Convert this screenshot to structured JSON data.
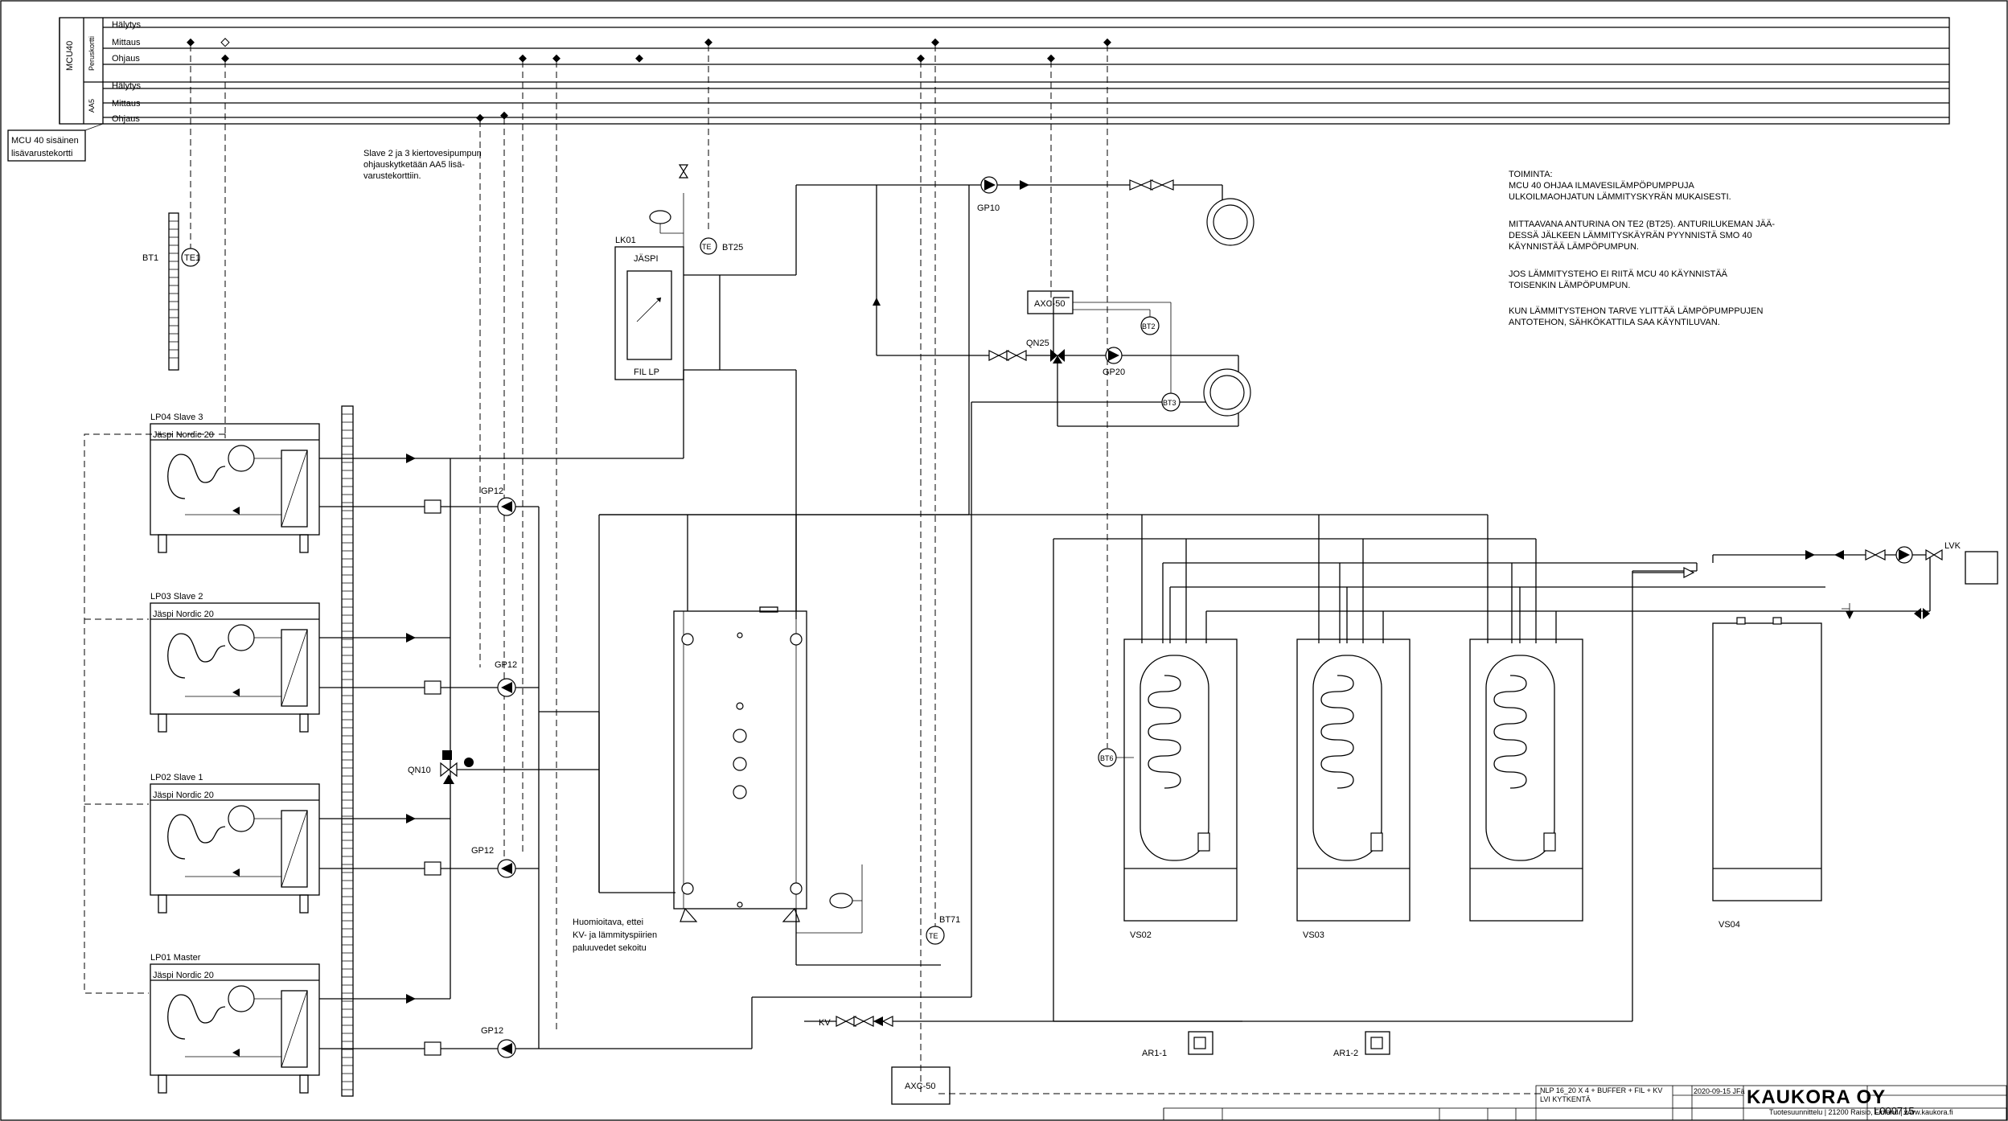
{
  "panel": {
    "mcu_label": "MCU40",
    "group1_label": "Peruskortti",
    "group2_label": "AA5",
    "rows": [
      "Hälytys",
      "Mittaus",
      "Ohjaus",
      "Hälytys",
      "Mittaus",
      "Ohjaus"
    ],
    "internal_card_line1": "MCU 40 sisäinen",
    "internal_card_line2": "lisävarustekortti"
  },
  "notes": {
    "slave_line1": "Slave 2 ja 3 kiertovesipumpun",
    "slave_line2": "ohjauskytketään AA5 lisä-",
    "slave_line3": "varustekorttiin.",
    "warn_line1": "Huomioitava, ettei",
    "warn_line2": "KV- ja lämmityspiirien",
    "warn_line3": "paluuvedet sekoitu"
  },
  "function_text": [
    "TOIMINTA:",
    "MCU 40 OHJAA ILMAVESILÄMPÖPUMPPUJA",
    "ULKOILMAOHJATUN LÄMMITYSKYRÄN MUKAISESTI.",
    "",
    "MITTAAVANA ANTURINA ON TE2 (BT25). ANTURILUKEMAN JÄÄ-",
    "DESSÄ JÄLKEEN LÄMMITYSKÄYRÄN PYYNNISTÄ SMO 40",
    "KÄYNNISTÄÄ LÄMPÖPUMPUN.",
    "",
    "JOS LÄMMITYSTEHO EI RIITÄ MCU 40 KÄYNNISTÄÄ",
    "TOISENKIN LÄMPÖPUMPUN.",
    "",
    "KUN LÄMMITYSTEHON TARVE YLITTÄÄ LÄMPÖPUMPPUJEN",
    "ANTOTEHON, SÄHKÖKATTILA SAA KÄYNTILUVAN."
  ],
  "heat_pumps": [
    {
      "id": "LP04 Slave 3",
      "model": "Jäspi Nordic 20",
      "pump": "GP12"
    },
    {
      "id": "LP03 Slave 2",
      "model": "Jäspi Nordic 20",
      "pump": "GP12"
    },
    {
      "id": "LP02 Slave 1",
      "model": "Jäspi Nordic 20",
      "pump": "GP12"
    },
    {
      "id": "LP01 Master",
      "model": "Jäspi Nordic 20",
      "pump": "GP12"
    }
  ],
  "labels": {
    "bt1": "BT1",
    "te1": "TE1",
    "lk01": "LK01",
    "jaspi": "JÄSPI",
    "fil_lp": "FIL LP",
    "te": "TE",
    "bt25": "BT25",
    "gp10": "GP10",
    "axc50_top": "AXC-50",
    "qn25": "QN25",
    "gp20": "GP20",
    "bt2": "BT2",
    "bt3": "BT3",
    "qn10": "QN10",
    "bt6": "BT6",
    "bt71": "BT71",
    "te_bt71": "TE",
    "axc50_bottom": "AXC-50",
    "kv": "KV",
    "lvk": "LVK",
    "vs02": "VS02",
    "vs03": "VS03",
    "vs04": "VS04",
    "ar1_1": "AR1-1",
    "ar1_2": "AR1-2"
  },
  "title_block": {
    "desc_line1": "NLP 16_20 X 4 + BUFFER + FIL + KV",
    "desc_line2": "LVI KYTKENTÄ",
    "date": "2020-09-15 JFä",
    "company": "KAUKORA OY",
    "company_sub": "Tuotesuunnittelu | 21200 Raisio, Finland | www.kaukora.fi",
    "drawing_no": "L000715"
  }
}
